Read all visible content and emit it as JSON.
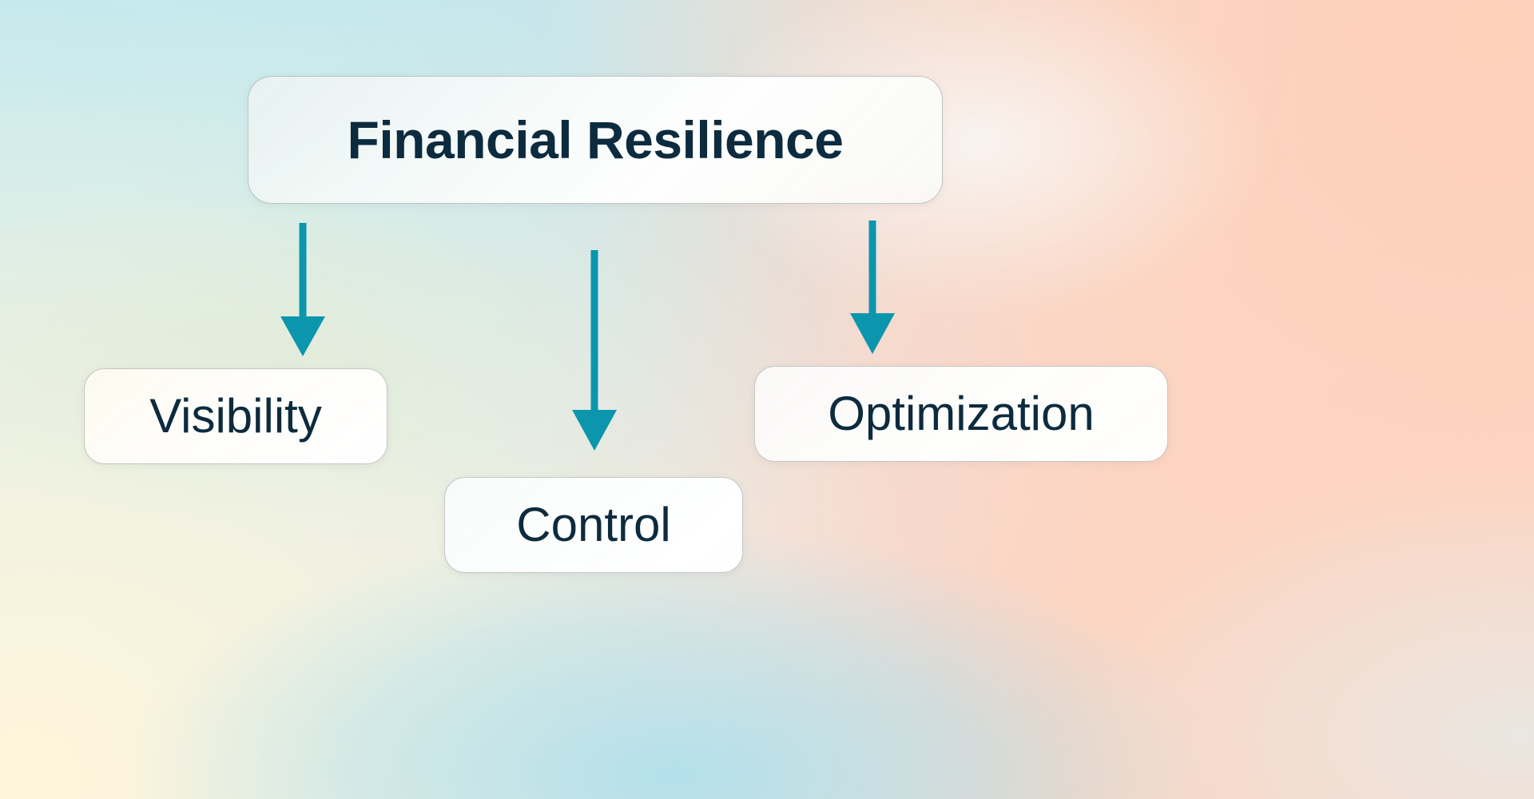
{
  "diagram": {
    "title": "Financial Resilience",
    "type": "flowchart",
    "orientation": "top-down",
    "root": {
      "id": "financial-resilience",
      "label": "Financial Resilience",
      "emphasis": "bold"
    },
    "children": [
      {
        "id": "visibility",
        "label": "Visibility"
      },
      {
        "id": "control",
        "label": "Control"
      },
      {
        "id": "optimization",
        "label": "Optimization"
      }
    ],
    "edges": [
      {
        "from": "Financial Resilience",
        "to": "Visibility",
        "style": "arrow-down"
      },
      {
        "from": "Financial Resilience",
        "to": "Control",
        "style": "arrow-down"
      },
      {
        "from": "Financial Resilience",
        "to": "Optimization",
        "style": "arrow-down"
      }
    ]
  },
  "colors": {
    "arrow": "#0c96ad",
    "text": "#0d2b3e",
    "node_border": "#7d8282",
    "node_fill": "#fbfcfb",
    "bg_top_left": "#c2e8f0",
    "bg_top_right": "#fdd4c1",
    "bg_bottom_left": "#fff6df",
    "bg_bottom_right": "#eae8e3",
    "bg_bottom_center": "#b6e2ee"
  }
}
